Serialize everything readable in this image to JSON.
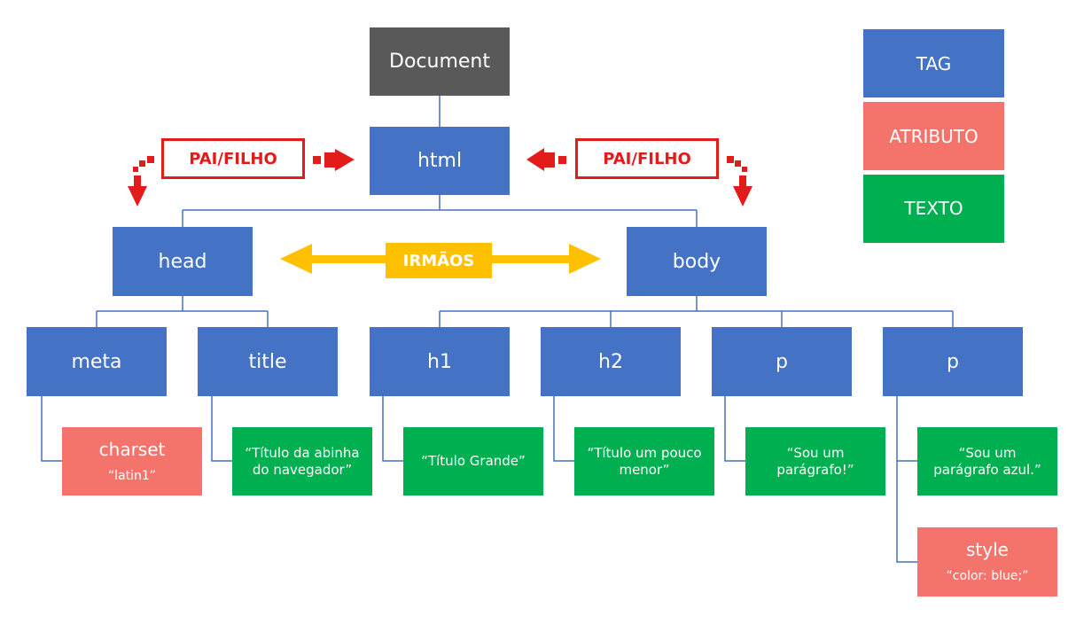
{
  "colors": {
    "tag": "#4472C4",
    "document": "#595959",
    "attribute": "#F4736B",
    "text": "#00B050",
    "relation": "#E31B1B",
    "siblings": "#FFC000",
    "connector": "#4472C4"
  },
  "nodes": {
    "document": "Document",
    "html": "html",
    "head": "head",
    "body": "body",
    "meta": "meta",
    "title": "title",
    "h1": "h1",
    "h2": "h2",
    "p1": "p",
    "p2": "p"
  },
  "attributes": {
    "charset": {
      "name": "charset",
      "value": "“latin1”"
    },
    "style": {
      "name": "style",
      "value": "“color: blue;”"
    }
  },
  "texts": {
    "title_text": [
      "“Título da abinha",
      "do navegador”"
    ],
    "h1_text": [
      "“Título Grande”"
    ],
    "h2_text": [
      "“Título um pouco",
      "menor”"
    ],
    "p1_text": [
      "“Sou um",
      "parágrafo!”"
    ],
    "p2_text": [
      "“Sou um",
      "parágrafo azul.”"
    ]
  },
  "relations": {
    "parent_child_left": "PAI/FILHO",
    "parent_child_right": "PAI/FILHO",
    "siblings": "IRMÃOS"
  },
  "legend": {
    "tag": "TAG",
    "attribute": "ATRIBUTO",
    "text": "TEXTO"
  }
}
